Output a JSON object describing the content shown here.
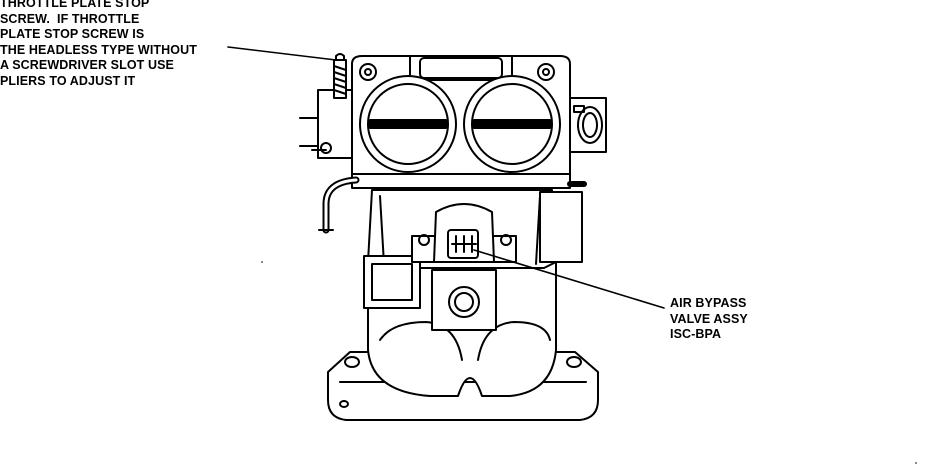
{
  "callouts": {
    "throttle_stop": {
      "lines": [
        "THROTTLE PLATE STOP",
        "SCREW.  IF THROTTLE",
        "PLATE STOP SCREW IS",
        "THE HEADLESS TYPE WITHOUT",
        "A SCREWDRIVER SLOT USE",
        "PLIERS TO ADJUST IT"
      ]
    },
    "air_bypass": {
      "lines": [
        "AIR BYPASS",
        "VALVE ASSY",
        "ISC-BPA"
      ]
    }
  }
}
